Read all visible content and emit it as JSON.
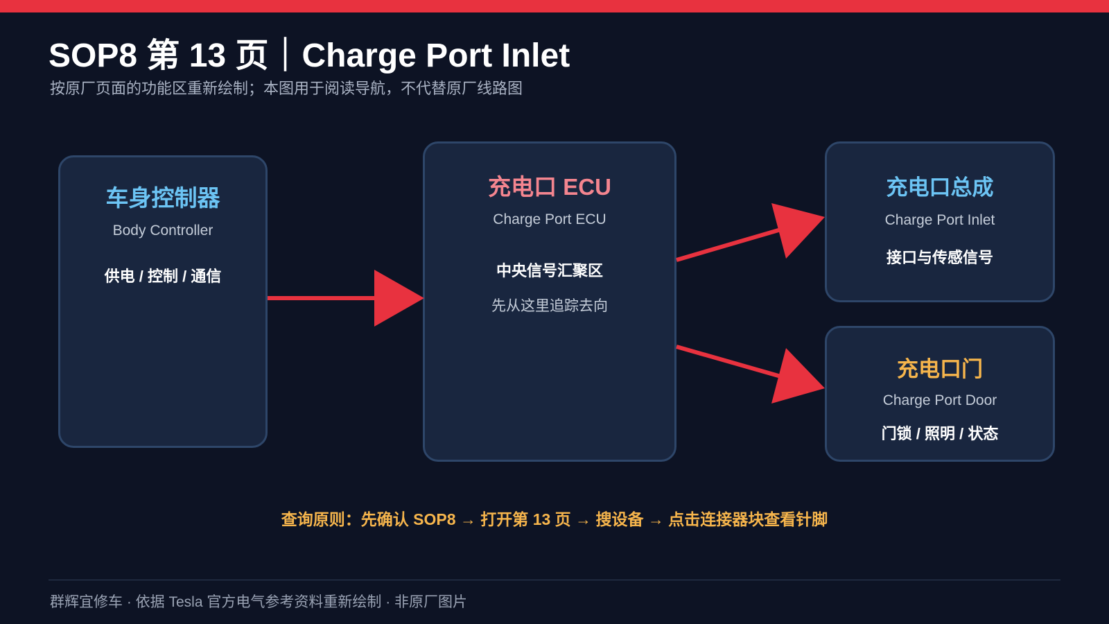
{
  "header": {
    "title": "SOP8 第 13 页｜Charge Port Inlet",
    "subtitle": "按原厂页面的功能区重新绘制；本图用于阅读导航，不代替原厂线路图"
  },
  "boxes": {
    "body_controller": {
      "cn": "车身控制器",
      "en": "Body Controller",
      "desc": "供电 / 控制 / 通信"
    },
    "ecu": {
      "cn": "充电口 ECU",
      "en": "Charge Port ECU",
      "desc": "中央信号汇聚区",
      "desc2": "先从这里追踪去向"
    },
    "inlet": {
      "cn": "充电口总成",
      "en": "Charge Port Inlet",
      "desc": "接口与传感信号"
    },
    "door": {
      "cn": "充电口门",
      "en": "Charge Port Door",
      "desc": "门锁 / 照明 / 状态"
    }
  },
  "note": "查询原则：先确认 SOP8 → 打开第 13 页 → 搜设备 → 点击连接器块查看针脚",
  "footer": "群辉宜修车 · 依据 Tesla 官方电气参考资料重新绘制 · 非原厂图片",
  "colors": {
    "accent_red": "#e8323f",
    "background": "#0d1324",
    "box_fill": "#19263f",
    "box_border": "#2e4669",
    "blue_label": "#6cc4f4",
    "pink_label": "#f4858f",
    "orange_label": "#f6b54c"
  }
}
